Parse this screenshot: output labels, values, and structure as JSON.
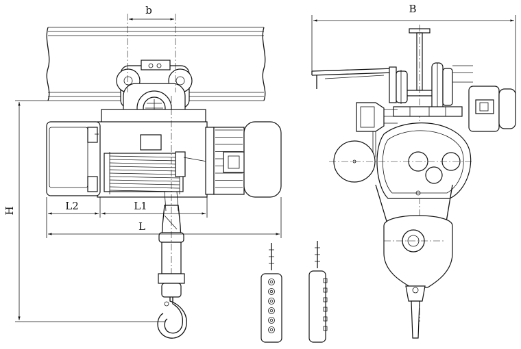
{
  "dimensions": {
    "b": "b",
    "B": "B",
    "H": "H",
    "L": "L",
    "L1": "L1",
    "L2": "L2"
  },
  "pendant_front": {
    "buttons": 6
  },
  "pendant_side": {
    "buttons": 6
  }
}
